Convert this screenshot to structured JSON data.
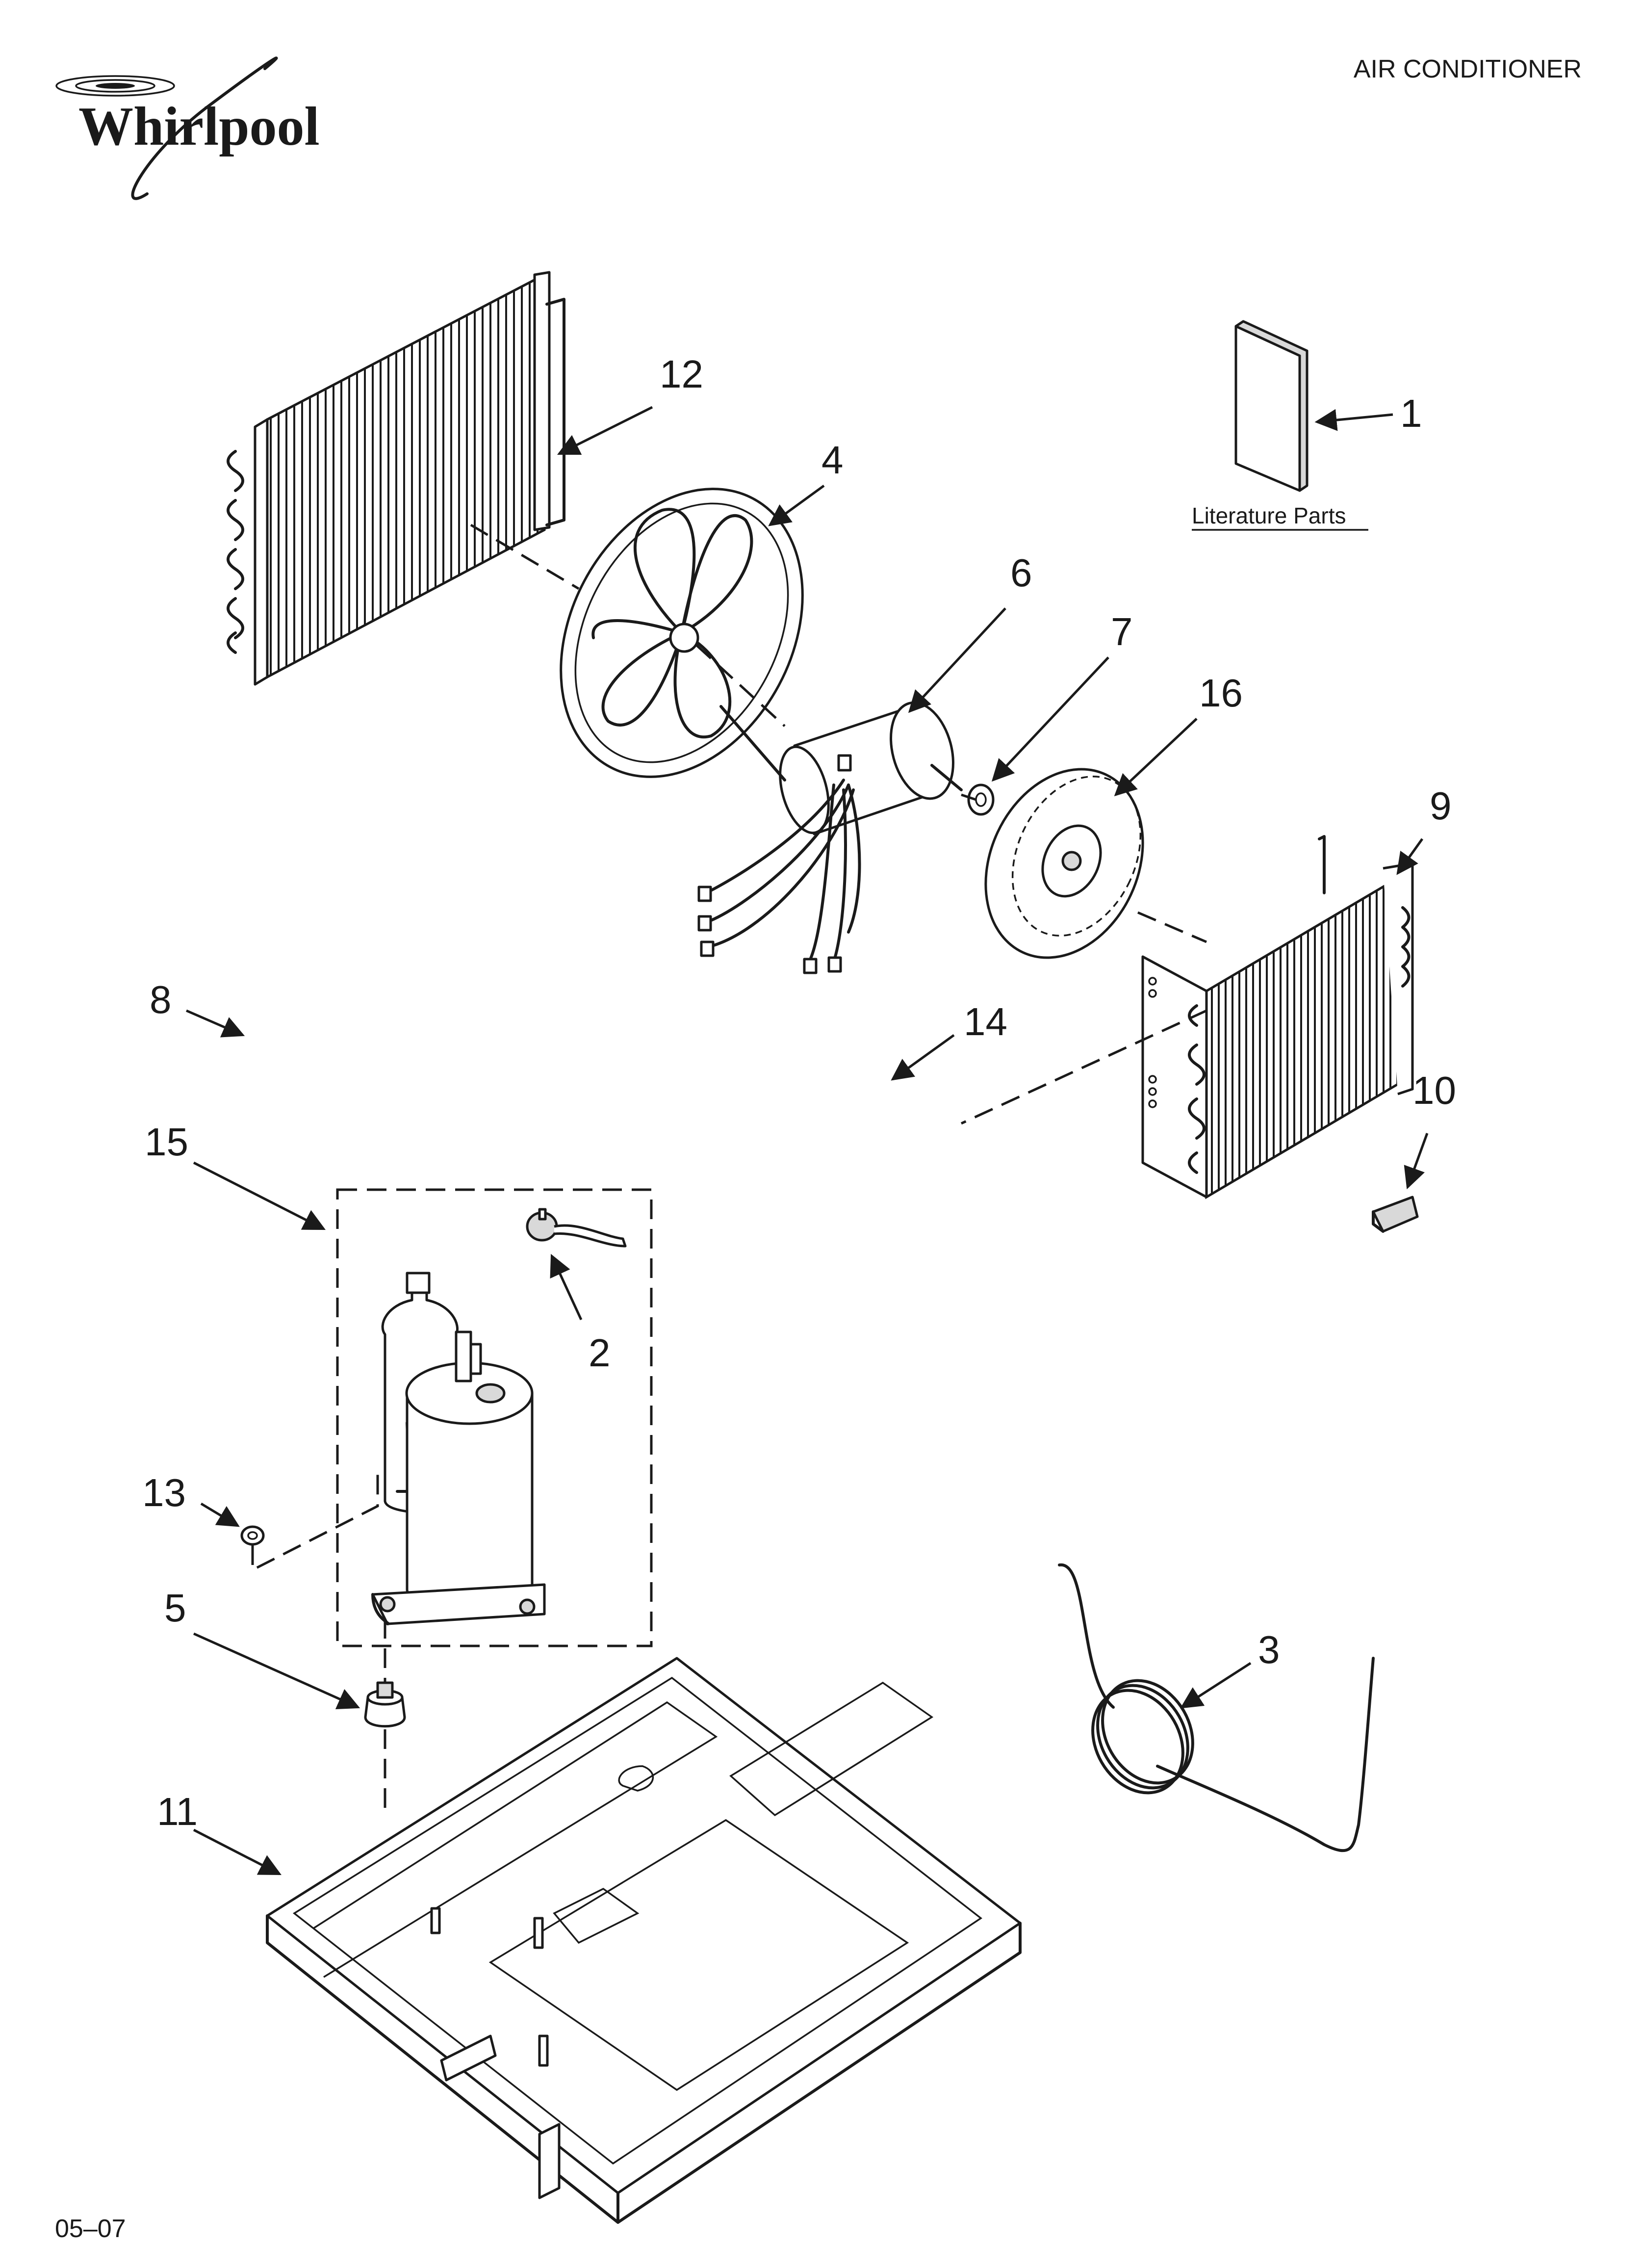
{
  "brand": {
    "name": "Whirlpool"
  },
  "header": {
    "product": "AIR CONDITIONER"
  },
  "literature": {
    "label": "Literature Parts"
  },
  "footer": {
    "date_code": "05–07"
  },
  "callouts": [
    {
      "id": "p1",
      "number": "1"
    },
    {
      "id": "p2",
      "number": "2"
    },
    {
      "id": "p3",
      "number": "3"
    },
    {
      "id": "p4",
      "number": "4"
    },
    {
      "id": "p5",
      "number": "5"
    },
    {
      "id": "p6",
      "number": "6"
    },
    {
      "id": "p7",
      "number": "7"
    },
    {
      "id": "p8",
      "number": "8"
    },
    {
      "id": "p9",
      "number": "9"
    },
    {
      "id": "p10",
      "number": "10"
    },
    {
      "id": "p11",
      "number": "11"
    },
    {
      "id": "p12",
      "number": "12"
    },
    {
      "id": "p13",
      "number": "13"
    },
    {
      "id": "p14",
      "number": "14"
    },
    {
      "id": "p15",
      "number": "15"
    },
    {
      "id": "p16",
      "number": "16"
    }
  ]
}
